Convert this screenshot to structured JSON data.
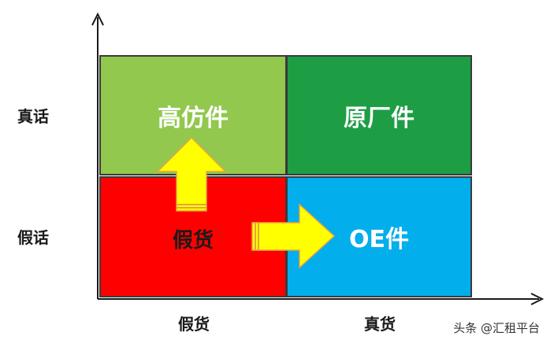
{
  "y_axis": {
    "top_label": "真话",
    "bottom_label": "假话"
  },
  "x_axis": {
    "left_label": "假货",
    "right_label": "真货"
  },
  "quadrants": {
    "top_left": "高仿件",
    "top_right": "原厂件",
    "bottom_left": "假货",
    "bottom_right": "OE件"
  },
  "arrows": [
    {
      "from": "bottom_left",
      "to": "top_left",
      "direction": "up"
    },
    {
      "from": "bottom_left",
      "to": "bottom_right",
      "direction": "right"
    }
  ],
  "colors": {
    "top_left": "#92c84e",
    "top_right": "#1d9e45",
    "bottom_left": "#ff0000",
    "bottom_right": "#03aeec",
    "arrow_fill": "#ffff00",
    "arrow_stroke": "#e8a33d"
  },
  "watermark": "头条 @汇租平台"
}
